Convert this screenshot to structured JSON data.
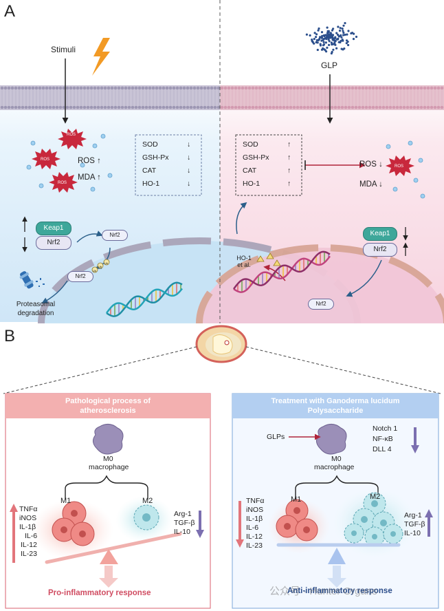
{
  "panel_a": {
    "label": "A",
    "left": {
      "stimuli": "Stimuli",
      "ros_badge": "ROS",
      "ros": "ROS",
      "mda": "MDA",
      "markers": [
        "SOD",
        "GSH-Px",
        "CAT",
        "HO-1"
      ],
      "keap1": "Keap1",
      "nrf2": "Nrf2",
      "nrf2_moving": "Nrf2",
      "nrf2_ub": "Nrf2",
      "ub": "Ub",
      "degradation": "Proteasomal degradation"
    },
    "right": {
      "glp": "GLP",
      "markers": [
        "SOD",
        "GSH-Px",
        "CAT",
        "HO-1"
      ],
      "ros": "ROS",
      "mda": "MDA",
      "ros_badge": "ROS",
      "keap1": "Keap1",
      "nrf2": "Nrf2",
      "nrf2_dna": "Nrf2",
      "ho1": "HO-1 et al."
    }
  },
  "panel_b": {
    "label": "B",
    "left": {
      "title": "Pathological process of atherosclerosis",
      "m0": "M0",
      "macrophage": "macrophage",
      "m1": "M1",
      "m2": "M2",
      "cytokines_up": [
        "TNFα",
        "iNOS",
        "IL-1β",
        "IL-6",
        "IL-12",
        "IL-23"
      ],
      "cytokines_down": [
        "Arg-1",
        "TGF-β",
        "IL-10"
      ],
      "response": "Pro-inflammatory response"
    },
    "right": {
      "title": "Treatment with Ganoderma lucidum Polysaccharide",
      "glps": "GLPs",
      "m0": "M0",
      "macrophage": "macrophage",
      "pathway": [
        "Notch 1",
        "NF-κB",
        "DLL 4"
      ],
      "m1": "M1",
      "m2": "M2",
      "cytokines_down": [
        "TNFα",
        "iNOS",
        "IL-1β",
        "IL-6",
        "IL-12",
        "IL-23"
      ],
      "cytokines_up": [
        "Arg-1",
        "TGF-β",
        "IL-10"
      ],
      "response": "Anti-inflammatory response"
    }
  },
  "watermark": "公众号 · Hunter Organs",
  "colors": {
    "left_bg": "#dcefff",
    "right_bg": "#fbe0ea",
    "membrane": "#b9b3c9",
    "pink_header": "#f0a8a8",
    "blue_header": "#a9c8ef",
    "red_arrow": "#c0392b",
    "purple_arrow": "#7b6fb0"
  }
}
